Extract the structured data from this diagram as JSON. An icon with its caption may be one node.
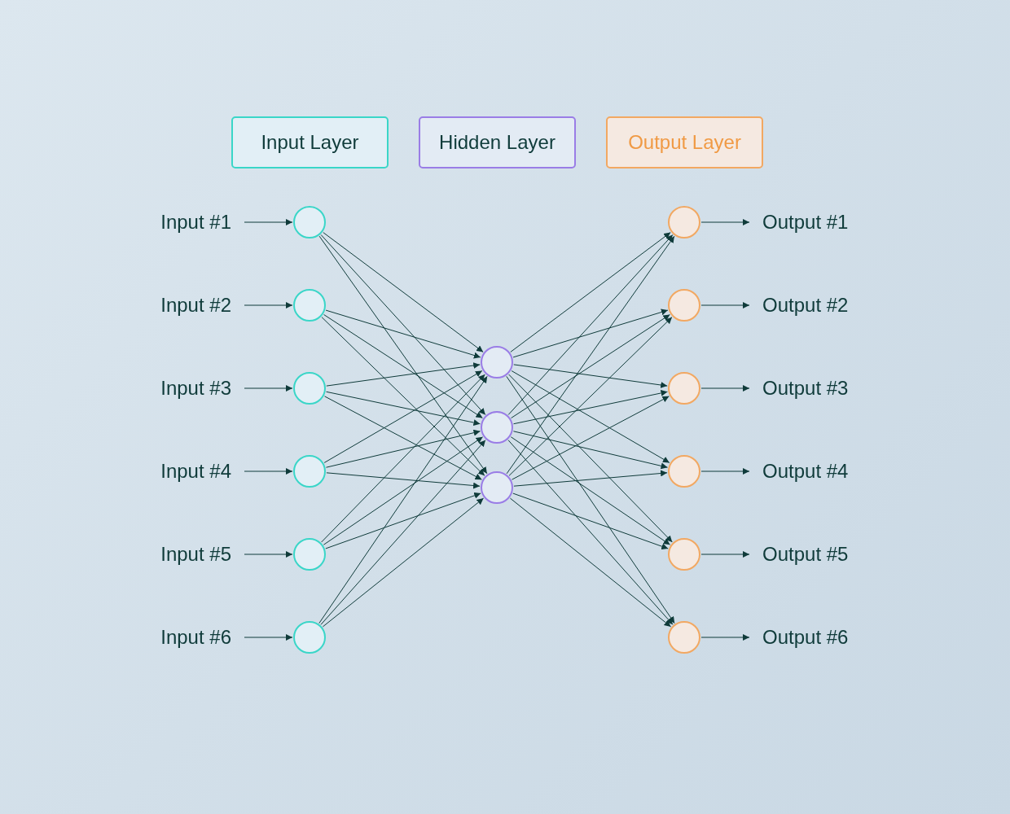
{
  "diagram": {
    "nodes": [
      {
        "text": [
          "Input Layer"
        ]
      },
      {
        "text": [
          "Hidden Layer"
        ]
      },
      {
        "text": [
          "Output Layer"
        ]
      },
      {
        "text": [
          "Input #1"
        ]
      },
      {
        "text": [
          "Input #2"
        ]
      },
      {
        "text": [
          "Input #3"
        ]
      },
      {
        "text": [
          "Input #4"
        ]
      },
      {
        "text": [
          "Input #5"
        ]
      },
      {
        "text": [
          "Input #6"
        ]
      },
      {
        "text": [],
        "shape": "circle"
      },
      {
        "text": [],
        "shape": "circle"
      },
      {
        "text": [],
        "shape": "circle"
      },
      {
        "text": [],
        "shape": "circle"
      },
      {
        "text": [],
        "shape": "circle"
      },
      {
        "text": [],
        "shape": "circle"
      },
      {
        "text": [],
        "shape": "circle"
      },
      {
        "text": [],
        "shape": "circle"
      },
      {
        "text": [],
        "shape": "circle"
      },
      {
        "text": [],
        "shape": "circle"
      },
      {
        "text": [],
        "shape": "circle"
      },
      {
        "text": [],
        "shape": "circle"
      },
      {
        "text": [],
        "shape": "circle"
      },
      {
        "text": [],
        "shape": "circle"
      },
      {
        "text": [],
        "shape": "circle"
      },
      {
        "text": [
          "Output #1"
        ]
      },
      {
        "text": [
          "Output #2"
        ]
      },
      {
        "text": [
          "Output #3"
        ]
      },
      {
        "text": [
          "Output #4"
        ]
      },
      {
        "text": [
          "Output #5"
        ]
      },
      {
        "text": [
          "Output #6"
        ]
      }
    ],
    "edges": [
      {
        "from": 3,
        "to": 9,
        "arrow": "to"
      },
      {
        "from": 4,
        "to": 10,
        "arrow": "to"
      },
      {
        "from": 5,
        "to": 11,
        "arrow": "to"
      },
      {
        "from": 6,
        "to": 12,
        "arrow": "to"
      },
      {
        "from": 7,
        "to": 13,
        "arrow": "to"
      },
      {
        "from": 8,
        "to": 14,
        "arrow": "to"
      },
      {
        "from": 9,
        "to": 15,
        "arrow": "to"
      },
      {
        "from": 9,
        "to": 16,
        "arrow": "to"
      },
      {
        "from": 9,
        "to": 17,
        "arrow": "to"
      },
      {
        "from": 10,
        "to": 15,
        "arrow": "to"
      },
      {
        "from": 10,
        "to": 16,
        "arrow": "to"
      },
      {
        "from": 10,
        "to": 17,
        "arrow": "to"
      },
      {
        "from": 11,
        "to": 15,
        "arrow": "to"
      },
      {
        "from": 11,
        "to": 16,
        "arrow": "to"
      },
      {
        "from": 11,
        "to": 17,
        "arrow": "to"
      },
      {
        "from": 12,
        "to": 15,
        "arrow": "to"
      },
      {
        "from": 12,
        "to": 16,
        "arrow": "to"
      },
      {
        "from": 12,
        "to": 17,
        "arrow": "to"
      },
      {
        "from": 13,
        "to": 15,
        "arrow": "to"
      },
      {
        "from": 13,
        "to": 16,
        "arrow": "to"
      },
      {
        "from": 13,
        "to": 17,
        "arrow": "to"
      },
      {
        "from": 14,
        "to": 15,
        "arrow": "to"
      },
      {
        "from": 14,
        "to": 16,
        "arrow": "to"
      },
      {
        "from": 14,
        "to": 17,
        "arrow": "to"
      },
      {
        "from": 15,
        "to": 18,
        "arrow": "to"
      },
      {
        "from": 15,
        "to": 19,
        "arrow": "to"
      },
      {
        "from": 15,
        "to": 20,
        "arrow": "to"
      },
      {
        "from": 15,
        "to": 21,
        "arrow": "to"
      },
      {
        "from": 15,
        "to": 22,
        "arrow": "to"
      },
      {
        "from": 15,
        "to": 23,
        "arrow": "to"
      },
      {
        "from": 16,
        "to": 18,
        "arrow": "to"
      },
      {
        "from": 16,
        "to": 19,
        "arrow": "to"
      },
      {
        "from": 16,
        "to": 20,
        "arrow": "to"
      },
      {
        "from": 16,
        "to": 21,
        "arrow": "to"
      },
      {
        "from": 16,
        "to": 22,
        "arrow": "to"
      },
      {
        "from": 16,
        "to": 23,
        "arrow": "to"
      },
      {
        "from": 17,
        "to": 18,
        "arrow": "to"
      },
      {
        "from": 17,
        "to": 19,
        "arrow": "to"
      },
      {
        "from": 17,
        "to": 20,
        "arrow": "to"
      },
      {
        "from": 17,
        "to": 21,
        "arrow": "to"
      },
      {
        "from": 17,
        "to": 22,
        "arrow": "to"
      },
      {
        "from": 17,
        "to": 23,
        "arrow": "to"
      },
      {
        "from": 18,
        "to": 24,
        "arrow": "to"
      },
      {
        "from": 19,
        "to": 25,
        "arrow": "to"
      },
      {
        "from": 20,
        "to": 26,
        "arrow": "to"
      },
      {
        "from": 21,
        "to": 27,
        "arrow": "to"
      },
      {
        "from": 22,
        "to": 28,
        "arrow": "to"
      },
      {
        "from": 23,
        "to": 29,
        "arrow": "to"
      }
    ]
  }
}
